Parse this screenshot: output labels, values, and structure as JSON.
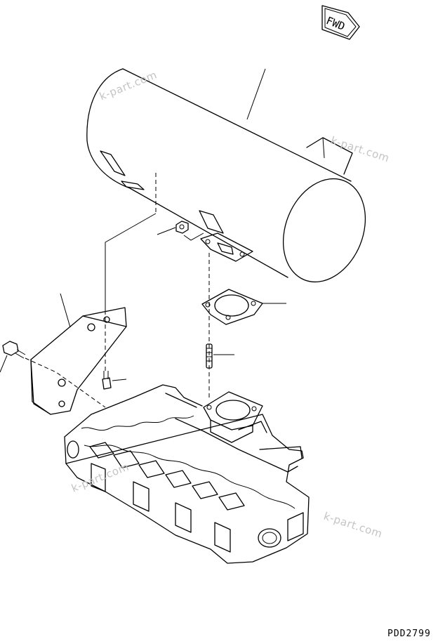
{
  "diagram": {
    "direction_label": "FWD",
    "drawing_code": "PDD2799",
    "watermark": "k-part.com"
  }
}
